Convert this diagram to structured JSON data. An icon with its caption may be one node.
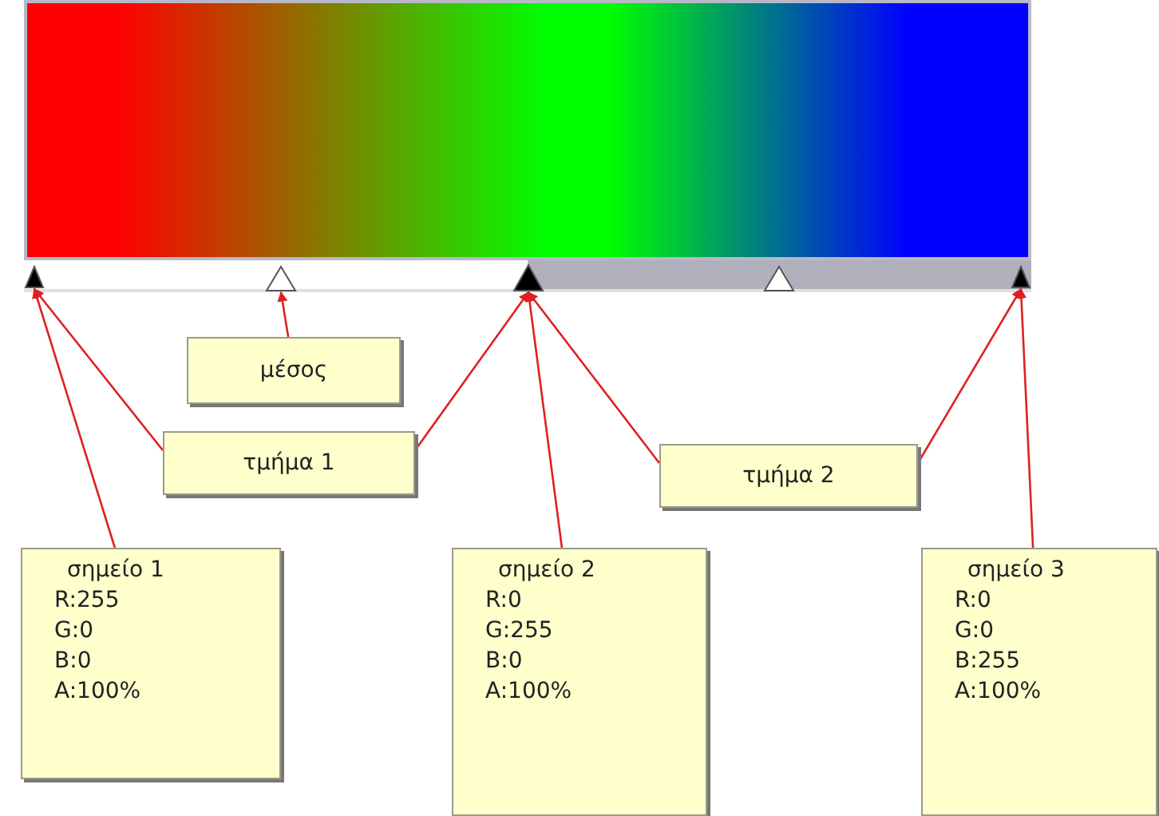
{
  "diagram": {
    "nodes": [
      {
        "text": [],
        "shape": "triangle"
      },
      {
        "text": [],
        "shape": "triangle"
      },
      {
        "text": [],
        "shape": "triangle"
      },
      {
        "text": [],
        "shape": "triangle"
      },
      {
        "text": [],
        "shape": "triangle"
      },
      {
        "text": [
          "μέσος"
        ]
      },
      {
        "text": [
          "τμήμα 1"
        ]
      },
      {
        "text": [
          "τμήμα 2"
        ]
      },
      {
        "text": [
          "σημείο 1",
          "R:255",
          "G:0",
          "B:0",
          "A:100%"
        ]
      },
      {
        "text": [
          "σημείο 2",
          "R:0",
          "G:255",
          "B:0",
          "A:100%"
        ]
      },
      {
        "text": [
          "σημείο 3",
          "R:0",
          "G:0",
          "B:255",
          "A:100%"
        ]
      }
    ],
    "edges": [
      {
        "from": 5,
        "to": 1,
        "arrow": "to"
      },
      {
        "from": 6,
        "to": 0,
        "arrow": "to"
      },
      {
        "from": 6,
        "to": 2,
        "arrow": "to"
      },
      {
        "from": 7,
        "to": 2,
        "arrow": "to"
      },
      {
        "from": 7,
        "to": 4,
        "arrow": "to"
      },
      {
        "from": 8,
        "to": 0,
        "arrow": "to"
      },
      {
        "from": 9,
        "to": 2,
        "arrow": "to"
      },
      {
        "from": 10,
        "to": 4,
        "arrow": "to"
      }
    ]
  }
}
